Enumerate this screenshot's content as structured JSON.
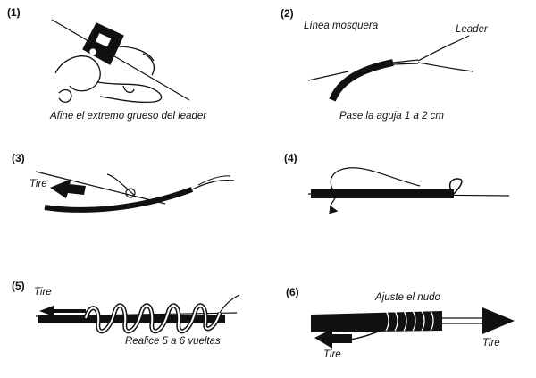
{
  "steps": [
    {
      "number": "(1)",
      "caption": "Afine el extremo grueso del leader"
    },
    {
      "number": "(2)",
      "caption": "Pase la aguja 1 a 2  cm",
      "label_line": "Línea mosquera",
      "label_leader": "Leader"
    },
    {
      "number": "(3)",
      "label_pull": "Tire"
    },
    {
      "number": "(4)"
    },
    {
      "number": "(5)",
      "label_pull": "Tire",
      "caption": "Realice 5 a 6 vueltas"
    },
    {
      "number": "(6)",
      "caption": "Ajuste el nudo",
      "label_pull_left": "Tire",
      "label_pull_right": "Tire"
    }
  ]
}
